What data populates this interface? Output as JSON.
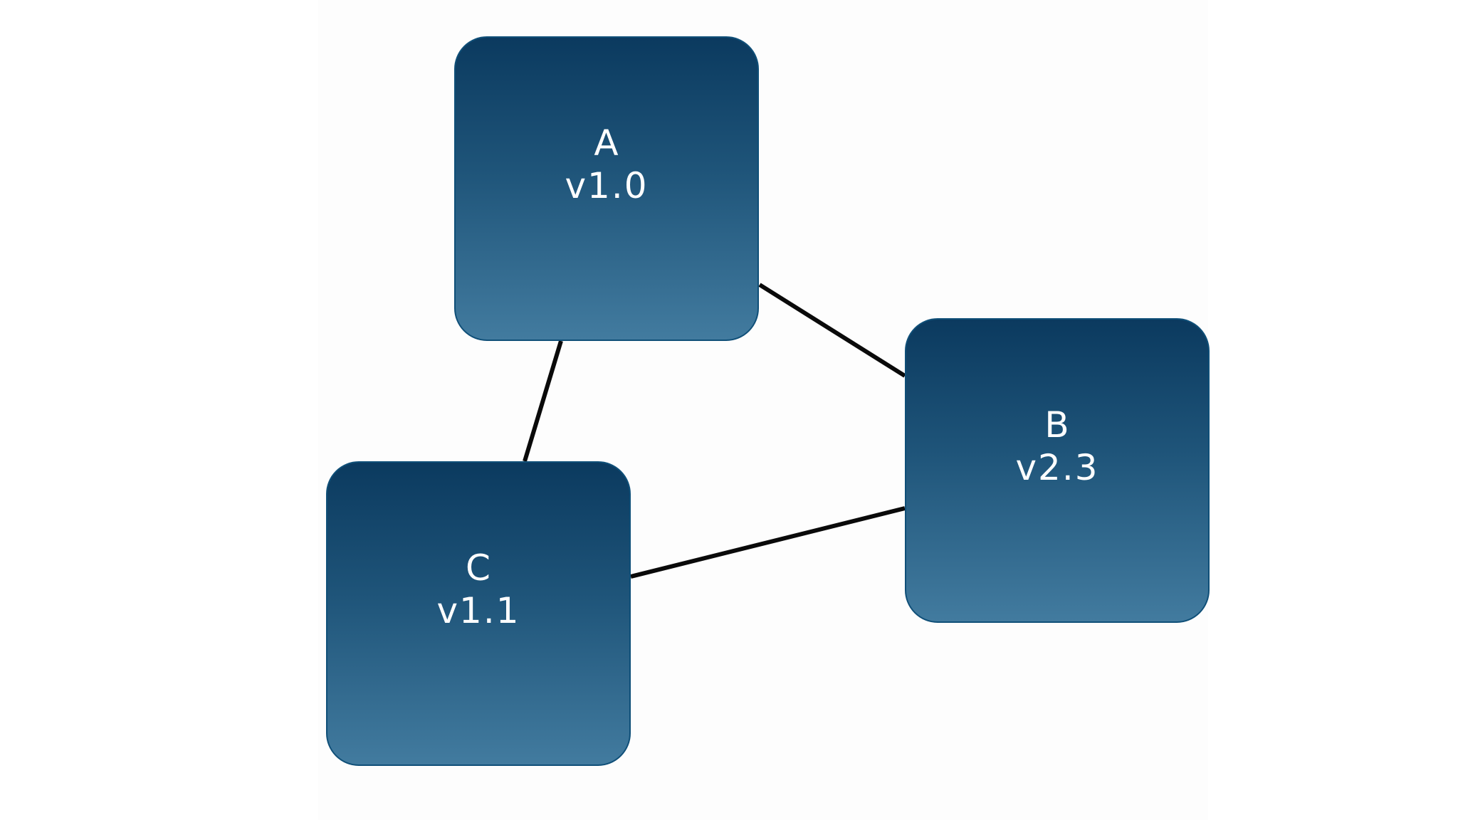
{
  "diagram": {
    "nodes": [
      {
        "id": "A",
        "name": "A",
        "version": "v1.0"
      },
      {
        "id": "B",
        "name": "B",
        "version": "v2.3"
      },
      {
        "id": "C",
        "name": "C",
        "version": "v1.1"
      }
    ],
    "edges": [
      {
        "from": "A",
        "to": "B"
      },
      {
        "from": "A",
        "to": "C"
      },
      {
        "from": "C",
        "to": "B"
      }
    ],
    "colors": {
      "node_top": "#0b3a5f",
      "node_bottom": "#427b9f",
      "node_border": "#0f4f78",
      "edge": "#0a0a0a",
      "text": "#ffffff"
    }
  }
}
